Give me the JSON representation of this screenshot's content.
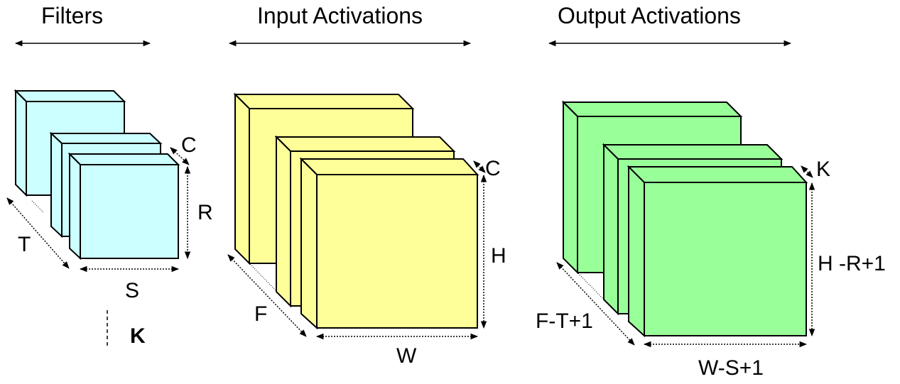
{
  "headers": {
    "filters": "Filters",
    "input": "Input Activations",
    "output": "Output Activations"
  },
  "filters": {
    "color": "#CCFFFF",
    "labels": {
      "c": "C",
      "r": "R",
      "t": "T",
      "s": "S",
      "k": "K"
    }
  },
  "input": {
    "color": "#FFFF99",
    "labels": {
      "c": "C",
      "h": "H",
      "f": "F",
      "w": "W"
    }
  },
  "output": {
    "color": "#99FF99",
    "labels": {
      "k": "K",
      "h": "H -R+1",
      "f": "F-T+1",
      "w": "W-S+1"
    }
  }
}
